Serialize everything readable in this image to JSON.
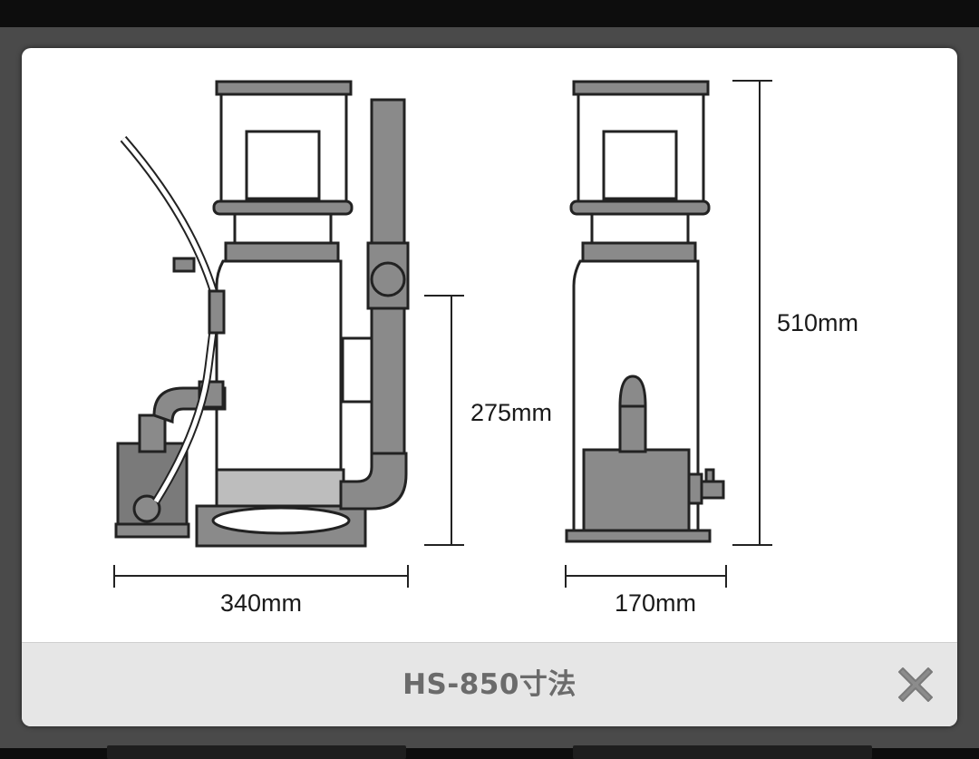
{
  "modal": {
    "caption": "HS-850寸法",
    "close_icon": "close-icon"
  },
  "dimensions": {
    "width_side_view": "340mm",
    "width_front_view": "170mm",
    "water_height": "275mm",
    "total_height": "510mm"
  },
  "colors": {
    "backdrop": "#4a4a4a",
    "caption_bar": "#e6e6e6",
    "caption_text": "#6b6b6b",
    "line": "#222222",
    "part_fill": "#8a8a8a"
  }
}
